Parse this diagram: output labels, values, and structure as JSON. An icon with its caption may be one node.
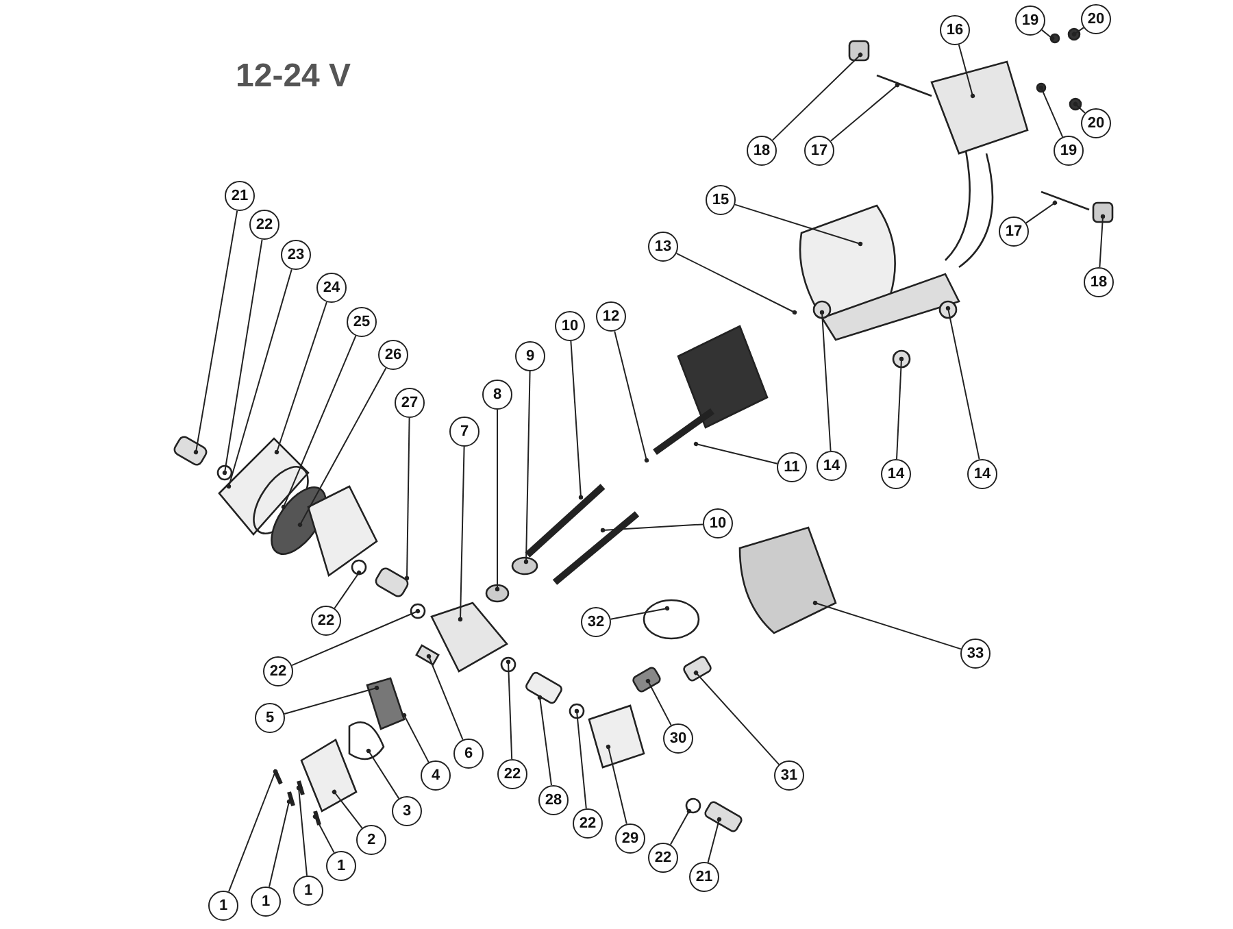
{
  "diagram": {
    "nodes": [
      {
        "text": [
          "18"
        ]
      },
      {
        "text": [
          "17"
        ]
      },
      {
        "text": [
          "16"
        ]
      },
      {
        "text": [
          "19"
        ]
      },
      {
        "text": [
          "20"
        ]
      },
      {
        "text": [
          "19"
        ]
      },
      {
        "text": [
          "20"
        ]
      },
      {
        "text": [
          "17"
        ]
      },
      {
        "text": [
          "18"
        ]
      },
      {
        "text": [
          "15"
        ]
      },
      {
        "text": [
          "13"
        ]
      },
      {
        "text": [
          "14"
        ]
      },
      {
        "text": [
          "14"
        ]
      },
      {
        "text": [
          "14"
        ]
      },
      {
        "text": [
          "21"
        ]
      },
      {
        "text": [
          "22"
        ]
      },
      {
        "text": [
          "23"
        ]
      },
      {
        "text": [
          "24"
        ]
      },
      {
        "text": [
          "25"
        ]
      },
      {
        "text": [
          "26"
        ]
      },
      {
        "text": [
          "27"
        ]
      },
      {
        "text": [
          "7"
        ]
      },
      {
        "text": [
          "8"
        ]
      },
      {
        "text": [
          "9"
        ]
      },
      {
        "text": [
          "10"
        ]
      },
      {
        "text": [
          "12"
        ]
      },
      {
        "text": [
          "11"
        ]
      },
      {
        "text": [
          "10"
        ]
      },
      {
        "text": [
          "22"
        ]
      },
      {
        "text": [
          "22"
        ]
      },
      {
        "text": [
          "32"
        ]
      },
      {
        "text": [
          "33"
        ]
      },
      {
        "text": [
          "5"
        ]
      },
      {
        "text": [
          "6"
        ]
      },
      {
        "text": [
          "4"
        ]
      },
      {
        "text": [
          "3"
        ]
      },
      {
        "text": [
          "2"
        ]
      },
      {
        "text": [
          "22"
        ]
      },
      {
        "text": [
          "28"
        ]
      },
      {
        "text": [
          "22"
        ]
      },
      {
        "text": [
          "29"
        ]
      },
      {
        "text": [
          "30"
        ]
      },
      {
        "text": [
          "31"
        ]
      },
      {
        "text": [
          "22"
        ]
      },
      {
        "text": [
          "21"
        ]
      },
      {
        "text": [
          "1"
        ]
      },
      {
        "text": [
          "1"
        ]
      },
      {
        "text": [
          "1"
        ]
      },
      {
        "text": [
          "1"
        ]
      }
    ],
    "edges": [
      {
        "from": 0,
        "to": null,
        "arrow": "other"
      },
      {
        "from": 1,
        "to": null,
        "arrow": "other"
      },
      {
        "from": 2,
        "to": null,
        "arrow": "other"
      },
      {
        "from": 3,
        "to": null,
        "arrow": "other"
      },
      {
        "from": 4,
        "to": null,
        "arrow": "other"
      },
      {
        "from": 5,
        "to": null,
        "arrow": "other"
      },
      {
        "from": 6,
        "to": null,
        "arrow": "other"
      },
      {
        "from": 7,
        "to": null,
        "arrow": "other"
      },
      {
        "from": 8,
        "to": null,
        "arrow": "other"
      },
      {
        "from": 9,
        "to": null,
        "arrow": "other"
      },
      {
        "from": 10,
        "to": null,
        "arrow": "other"
      },
      {
        "from": 11,
        "to": null,
        "arrow": "other"
      },
      {
        "from": 12,
        "to": null,
        "arrow": "other"
      },
      {
        "from": 13,
        "to": null,
        "arrow": "other"
      },
      {
        "from": 14,
        "to": null,
        "arrow": "other"
      },
      {
        "from": 15,
        "to": null,
        "arrow": "other"
      },
      {
        "from": 16,
        "to": null,
        "arrow": "other"
      },
      {
        "from": 17,
        "to": null,
        "arrow": "other"
      },
      {
        "from": 18,
        "to": null,
        "arrow": "other"
      },
      {
        "from": 19,
        "to": null,
        "arrow": "other"
      },
      {
        "from": 20,
        "to": null,
        "arrow": "other"
      },
      {
        "from": 21,
        "to": null,
        "arrow": "other"
      },
      {
        "from": 22,
        "to": null,
        "arrow": "other"
      },
      {
        "from": 23,
        "to": null,
        "arrow": "other"
      },
      {
        "from": 24,
        "to": null,
        "arrow": "other"
      },
      {
        "from": 25,
        "to": null,
        "arrow": "other"
      },
      {
        "from": 26,
        "to": null,
        "arrow": "other"
      },
      {
        "from": 27,
        "to": null,
        "arrow": "other"
      },
      {
        "from": 28,
        "to": null,
        "arrow": "other"
      },
      {
        "from": 29,
        "to": null,
        "arrow": "other"
      },
      {
        "from": 30,
        "to": null,
        "arrow": "other"
      },
      {
        "from": 31,
        "to": null,
        "arrow": "other"
      },
      {
        "from": 32,
        "to": null,
        "arrow": "other"
      },
      {
        "from": 33,
        "to": null,
        "arrow": "other"
      },
      {
        "from": 34,
        "to": null,
        "arrow": "other"
      },
      {
        "from": 35,
        "to": null,
        "arrow": "other"
      },
      {
        "from": 36,
        "to": null,
        "arrow": "other"
      },
      {
        "from": 37,
        "to": null,
        "arrow": "other"
      },
      {
        "from": 38,
        "to": null,
        "arrow": "other"
      },
      {
        "from": 39,
        "to": null,
        "arrow": "other"
      },
      {
        "from": 40,
        "to": null,
        "arrow": "other"
      },
      {
        "from": 41,
        "to": null,
        "arrow": "other"
      },
      {
        "from": 42,
        "to": null,
        "arrow": "other"
      },
      {
        "from": 43,
        "to": null,
        "arrow": "other"
      },
      {
        "from": 44,
        "to": null,
        "arrow": "other"
      },
      {
        "from": 45,
        "to": null,
        "arrow": "other"
      },
      {
        "from": 46,
        "to": null,
        "arrow": "other"
      },
      {
        "from": 47,
        "to": null,
        "arrow": "other"
      },
      {
        "from": 48,
        "to": null,
        "arrow": "other"
      }
    ],
    "labels": [
      "12-24 V"
    ]
  }
}
